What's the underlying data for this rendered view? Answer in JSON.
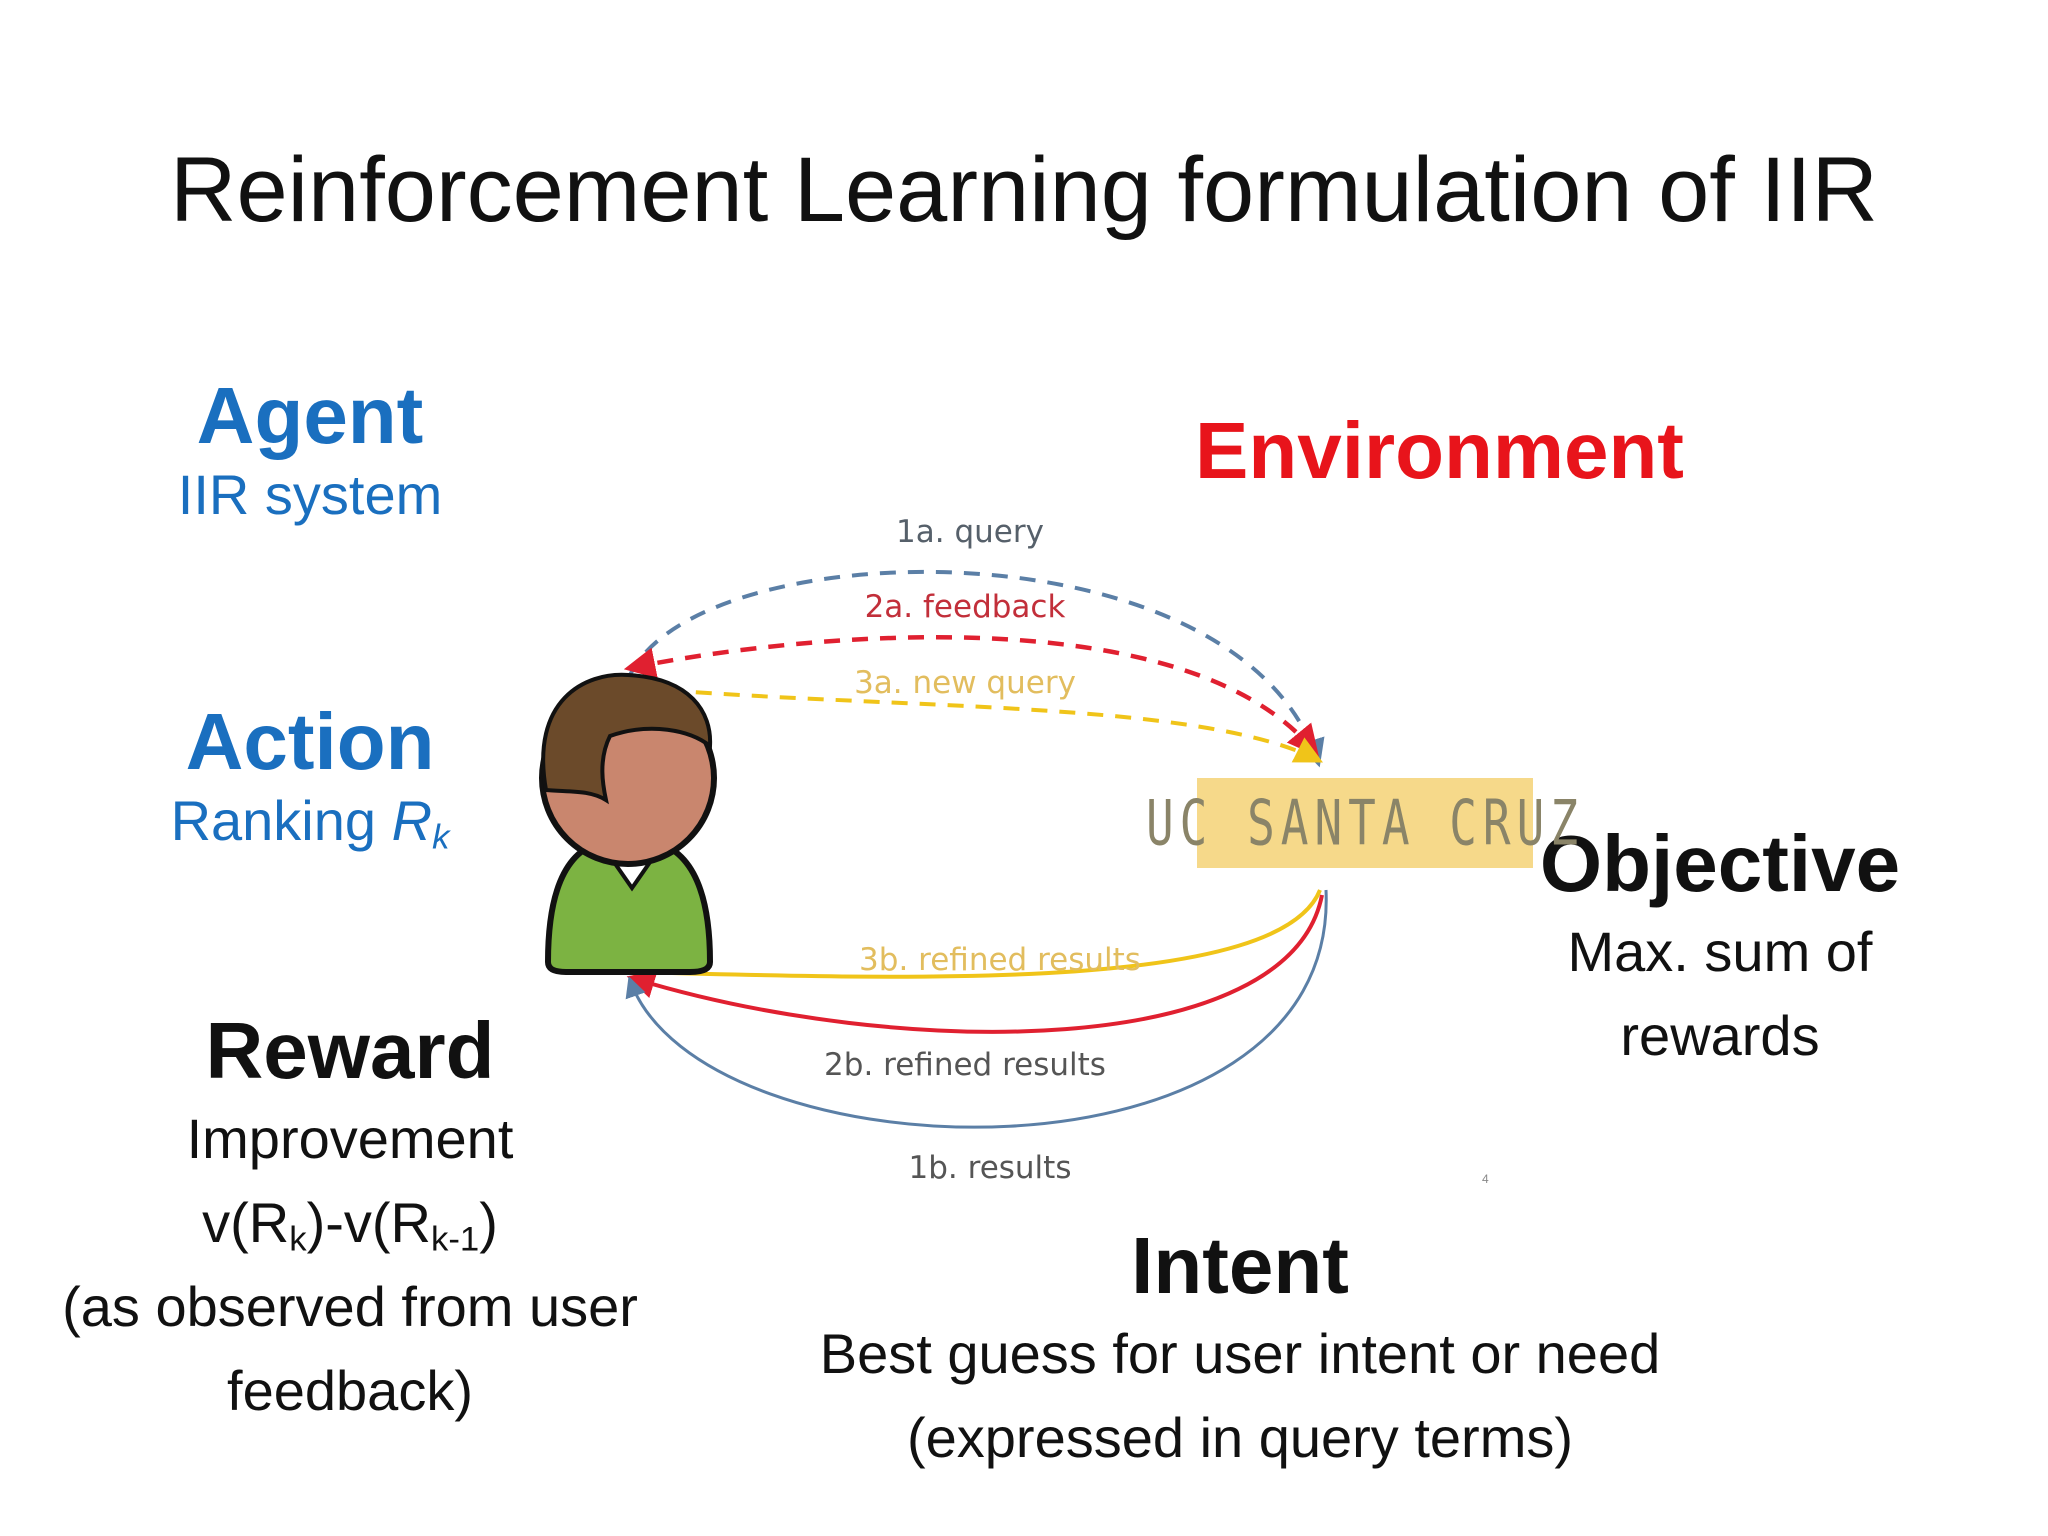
{
  "title": "Reinforcement Learning formulation of IIR",
  "agent": {
    "heading": "Agent",
    "text": "IIR system"
  },
  "action": {
    "heading": "Action",
    "text": "Ranking ",
    "var": "R",
    "sub": "k"
  },
  "reward": {
    "heading": "Reward",
    "line1": "Improvement",
    "formula": {
      "a": "v(R",
      "a_sub": "k",
      "b": ")-v(R",
      "b_sub": "k-1",
      "c": ")"
    },
    "line3": "(as observed from user",
    "line4": "feedback)"
  },
  "environment": {
    "heading": "Environment"
  },
  "objective": {
    "heading": "Objective",
    "line1": "Max. sum of",
    "line2": "rewards"
  },
  "intent": {
    "heading": "Intent",
    "line1": "Best guess for user intent or need",
    "line2": "(expressed in query terms)"
  },
  "logo_text": "UC SANTA CRUZ",
  "page_mark": "4",
  "arrows": {
    "q1a": "1a. query",
    "f2a": "2a. feedback",
    "n3a": "3a. new query",
    "r3b": "3b. refined results",
    "r2b": "2b. refined results",
    "r1b": "1b. results"
  },
  "colors": {
    "agent_blue": "#1a6fbf",
    "environment_red": "#e8141b",
    "arrow_blue": "#5b7fa6",
    "arrow_red": "#e02030",
    "arrow_yellow": "#f0c419",
    "head_skin": "#c9866e",
    "hair": "#6b4a2a",
    "shirt": "#7cb342"
  }
}
